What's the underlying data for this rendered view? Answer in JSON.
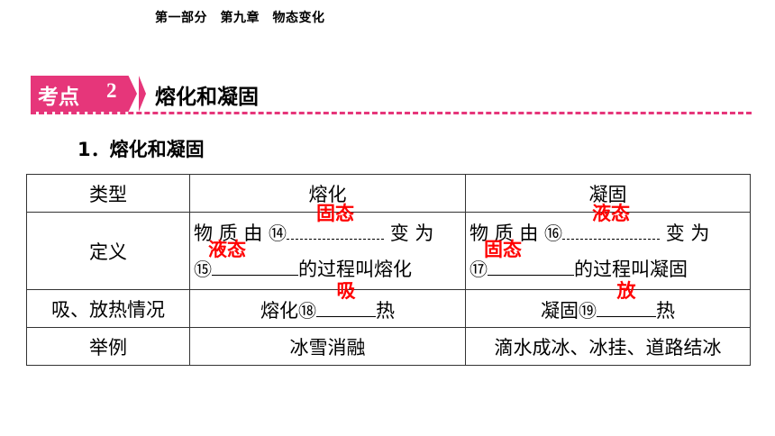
{
  "header": {
    "breadcrumb": "第一部分　第九章　物态变化"
  },
  "section": {
    "badge_label": "考点",
    "badge_number": "2",
    "title": "熔化和凝固"
  },
  "subheading": "1．熔化和凝固",
  "table": {
    "headers": [
      "类型",
      "熔化",
      "凝固"
    ],
    "row_definition": {
      "label": "定义",
      "melt": {
        "prefix": "物 质 由",
        "mark1": "⑭",
        "answer1": "固态",
        "middle": "变 为",
        "mark2": "⑮",
        "answer2": "液态",
        "suffix": "的过程叫熔化"
      },
      "freeze": {
        "prefix": "物 质 由",
        "mark1": "⑯",
        "answer1": "液态",
        "middle": "变 为",
        "mark2": "⑰",
        "answer2": "固态",
        "suffix": "的过程叫凝固"
      }
    },
    "row_heat": {
      "label": "吸、放热情况",
      "melt": {
        "prefix": "熔化",
        "mark": "⑱",
        "answer": "吸",
        "suffix": "热"
      },
      "freeze": {
        "prefix": "凝固",
        "mark": "⑲",
        "answer": "放",
        "suffix": "热"
      }
    },
    "row_example": {
      "label": "举例",
      "melt": "冰雪消融",
      "freeze": "滴水成冰、冰挂、道路结冰"
    }
  },
  "colors": {
    "accent": "#e6367a",
    "answer": "#ff0000"
  }
}
